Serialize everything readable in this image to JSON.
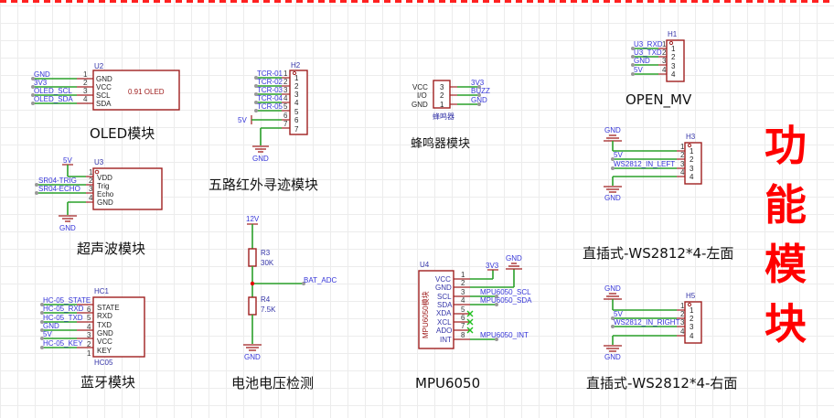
{
  "sheet": {
    "side_title": [
      "功",
      "能",
      "模",
      "块"
    ],
    "colors": {
      "wire": "#2aa02a",
      "part": "#a02020",
      "net_label": "#3535d8",
      "title_accent": "#ff0000",
      "border": "#ff2020"
    }
  },
  "oled": {
    "title": "OLED模块",
    "ref": "U2",
    "value": "0.91 OLED",
    "nets": [
      "GND",
      "3V3",
      "OLED_SCL",
      "OLED_SDA"
    ],
    "pin_numbers": [
      "1",
      "2",
      "3",
      "4"
    ],
    "pins": [
      "GND",
      "VCC",
      "SCL",
      "SDA"
    ]
  },
  "ultrasonic": {
    "title": "超声波模块",
    "ref": "U3",
    "power": "5V",
    "ground": "GND",
    "nets": [
      "SR04-TRIG",
      "SR04-ECHO"
    ],
    "pin_numbers": [
      "1",
      "2",
      "3",
      "4"
    ],
    "pins": [
      "VDD",
      "Trig",
      "Echo",
      "GND"
    ]
  },
  "bluetooth": {
    "title": "蓝牙模块",
    "ref": "HC1",
    "value": "HC05",
    "nets": [
      "HC-05_STATE",
      "HC-05_RXD",
      "HC-05_TXD",
      "GND",
      "5V",
      "HC-05_KEY"
    ],
    "pin_numbers": [
      "6",
      "5",
      "4",
      "3",
      "2",
      "1"
    ],
    "pins": [
      "STATE",
      "RXD",
      "TXD",
      "GND",
      "VCC",
      "KEY"
    ]
  },
  "line_tracker": {
    "title": "五路红外寻迹模块",
    "ref": "H2",
    "nets": [
      "TCR-01",
      "TCR-02",
      "TCR-03",
      "TCR-04",
      "TCR-05"
    ],
    "power": "5V",
    "ground": "GND",
    "pin_numbers": [
      "1",
      "2",
      "3",
      "4",
      "5",
      "6",
      "7"
    ]
  },
  "battery": {
    "title": "电池电压检测",
    "supply": "12V",
    "r_top": {
      "ref": "R3",
      "value": "30K"
    },
    "r_bottom": {
      "ref": "R4",
      "value": "7.5K"
    },
    "net": "BAT_ADC",
    "ground": "GND"
  },
  "buzzer": {
    "title": "蜂鸣器模块",
    "ref": "蜂鸣器",
    "pins": [
      "VCC",
      "I/O",
      "GND"
    ],
    "pin_numbers": [
      "3",
      "2",
      "1"
    ],
    "nets": [
      "3V3",
      "BUZZ",
      "GND"
    ]
  },
  "mpu": {
    "title": "MPU6050",
    "ref": "U4",
    "body_label": "MPU6050模块",
    "pins": [
      "VCC",
      "GND",
      "SCL",
      "SDA",
      "XDA",
      "XCL",
      "ADO",
      "INT"
    ],
    "pin_numbers": [
      "1",
      "2",
      "3",
      "4",
      "5",
      "6",
      "7",
      "8"
    ],
    "power": "3V3",
    "ground": "GND",
    "nets": [
      "MPU6050_SCL",
      "MPU6050_SDA",
      "MPU6050_INT"
    ]
  },
  "openmv": {
    "title": "OPEN_MV",
    "ref": "H1",
    "nets": [
      "U3_RXD",
      "U3_TXD",
      "GND",
      "5V"
    ],
    "pin_numbers": [
      "1",
      "2",
      "3",
      "4"
    ]
  },
  "ws_left": {
    "title": "直插式-WS2812*4-左面",
    "ref": "H3",
    "ground_top": "GND",
    "ground_bottom": "GND",
    "nets": [
      "5V",
      "WS2812_IN_LEFT"
    ],
    "pin_numbers": [
      "1",
      "2",
      "3",
      "4"
    ]
  },
  "ws_right": {
    "title": "直插式-WS2812*4-右面",
    "ref": "H5",
    "ground_top": "GND",
    "ground_bottom": "GND",
    "nets": [
      "5V",
      "WS2812_IN_RIGHT"
    ],
    "pin_numbers": [
      "1",
      "2",
      "3",
      "4"
    ]
  }
}
